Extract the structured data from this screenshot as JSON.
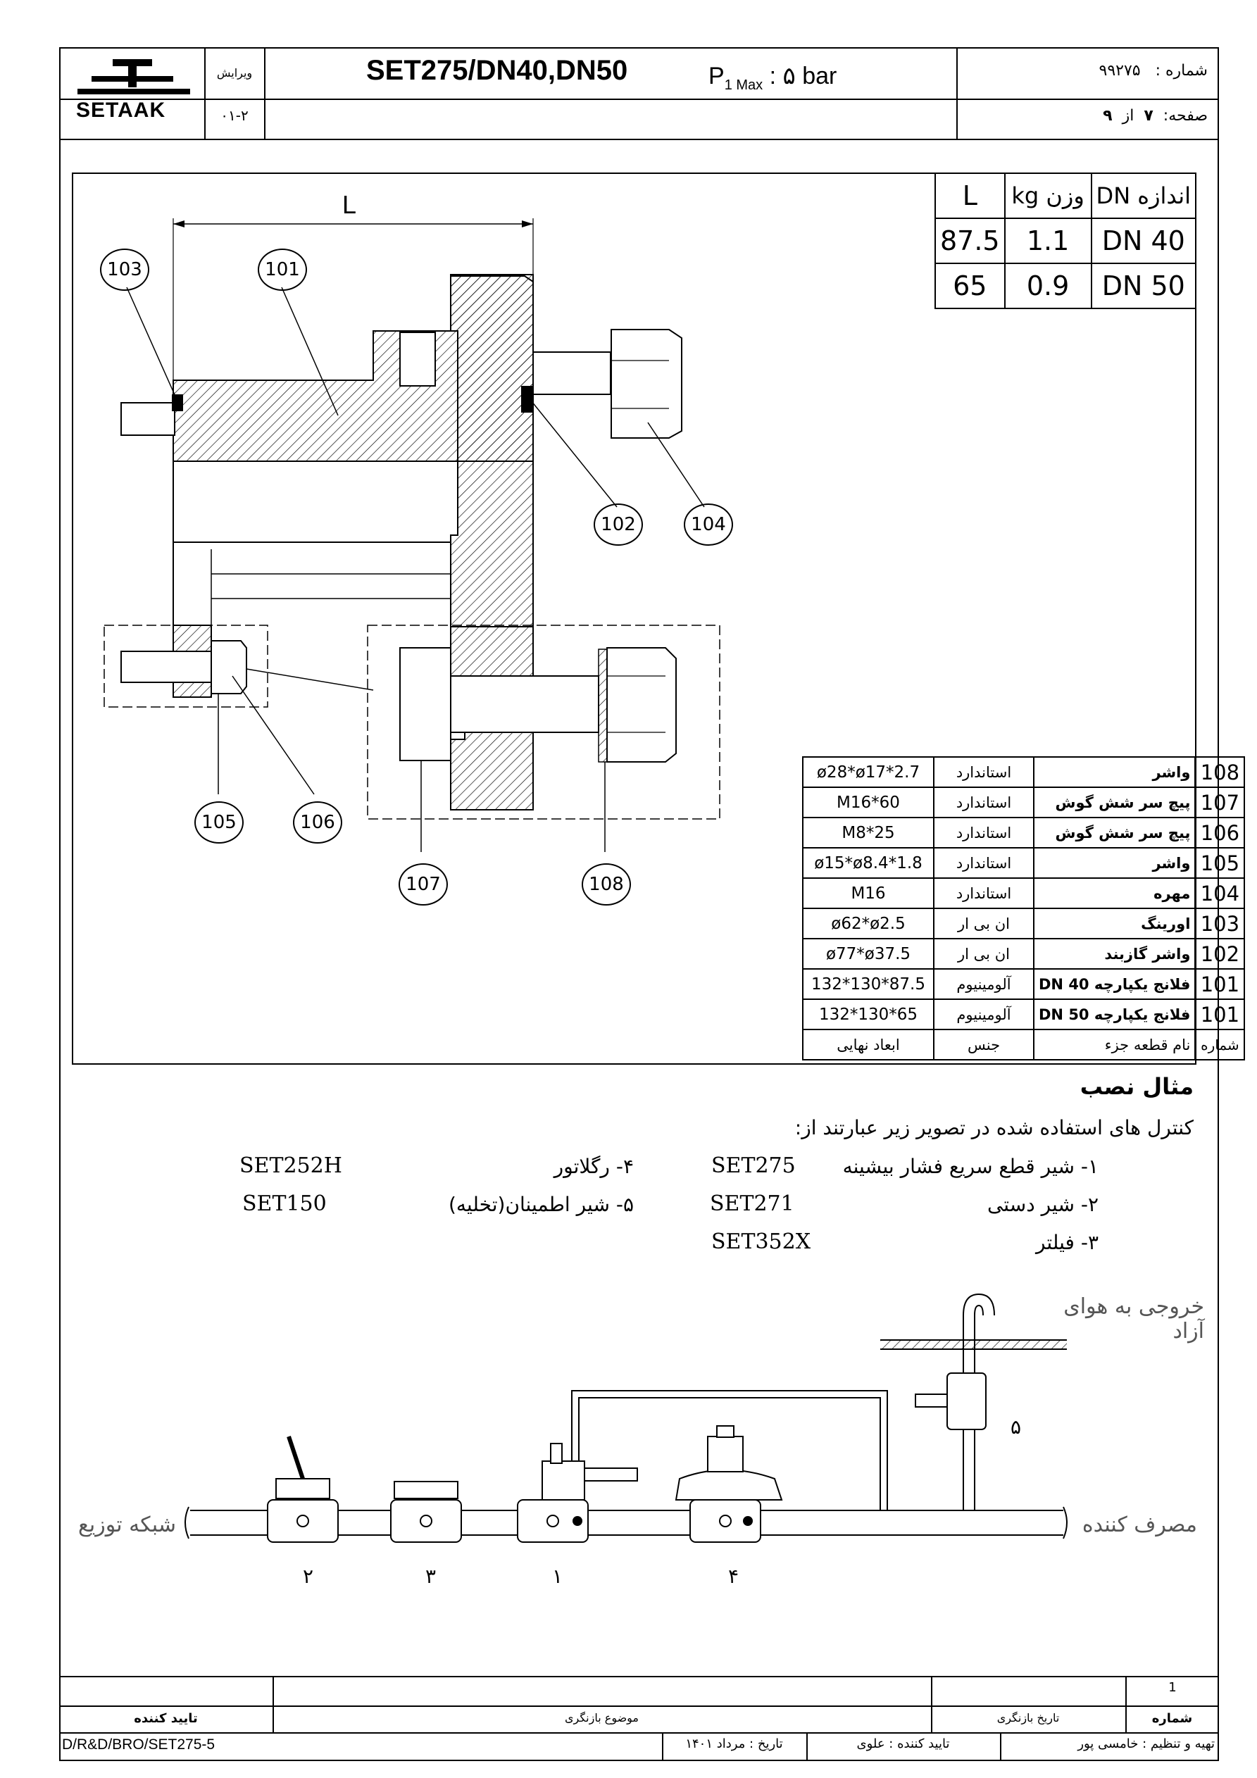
{
  "header": {
    "logo_text": "SETAAK",
    "revision_label": "ویرایش",
    "revision_value": "۰۱-۲",
    "title": "SET275/DN40,DN50",
    "pressure_prefix": "P",
    "pressure_sub": "1 Max",
    "pressure_value": ": ۵ bar",
    "number_label": "شماره :",
    "number_value": "۹۹۲۷۵",
    "page_label": "صفحه:",
    "page_current": "۷",
    "page_of": "از",
    "page_total": "۹"
  },
  "drawing": {
    "dimension_label": "L",
    "balloons": [
      "103",
      "101",
      "102",
      "104",
      "105",
      "106",
      "107",
      "108"
    ]
  },
  "weight_table": {
    "headers": [
      "L",
      "وزن kg",
      "اندازه DN"
    ],
    "rows": [
      {
        "L": "87.5",
        "weight": "1.1",
        "dn": "DN 40"
      },
      {
        "L": "65",
        "weight": "0.9",
        "dn": "DN 50"
      }
    ]
  },
  "bom_table": {
    "rows": [
      {
        "num": "108",
        "name": "واشر",
        "material": "استاندارد",
        "dim": "ø28*ø17*2.7"
      },
      {
        "num": "107",
        "name": "پیچ سر شش گوش",
        "material": "استاندارد",
        "dim": "M16*60"
      },
      {
        "num": "106",
        "name": "پیچ سر شش گوش",
        "material": "استاندارد",
        "dim": "M8*25"
      },
      {
        "num": "105",
        "name": "واشر",
        "material": "استاندارد",
        "dim": "ø15*ø8.4*1.8"
      },
      {
        "num": "104",
        "name": "مهره",
        "material": "استاندارد",
        "dim": "M16"
      },
      {
        "num": "103",
        "name": "اورینگ",
        "material": "ان بی ار",
        "dim": "ø62*ø2.5"
      },
      {
        "num": "102",
        "name": "واشر گازبند",
        "material": "ان بی ار",
        "dim": "ø77*ø37.5"
      },
      {
        "num": "101",
        "name": "فلانج یکپارچه DN 40",
        "material": "آلومینیوم",
        "dim": "132*130*87.5"
      },
      {
        "num": "101",
        "name": "فلانج یکپارچه DN 50",
        "material": "آلومینیوم",
        "dim": "132*130*65"
      }
    ],
    "footer": {
      "num": "شماره",
      "name": "نام قطعه جزء",
      "material": "جنس",
      "dim": "ابعاد نهایی"
    }
  },
  "installation": {
    "heading": "مثال نصب",
    "intro": "کنترل های استفاده شده در تصویر زیر عبارتند از:",
    "items": [
      {
        "label": "۱- شیر قطع سریع فشار بیشینه",
        "code": "SET275"
      },
      {
        "label": "۲- شیر دستی",
        "code": "SET271"
      },
      {
        "label": "۳- فیلتر",
        "code": "SET352X"
      },
      {
        "label": "۴- رگلاتور",
        "code": "SET252H"
      },
      {
        "label": "۵- شیر اطمینان(تخلیه)",
        "code": "SET150"
      }
    ],
    "diagram": {
      "vent_label": "خروجی به هوای آزاد",
      "network_label": "شبکه توزیع",
      "consumer_label": "مصرف کننده",
      "numbers": [
        "۲",
        "۳",
        "۱",
        "۴",
        "۵"
      ]
    }
  },
  "footer": {
    "index_value": "1",
    "approver_col": "تایید کننده",
    "review_subject_col": "موضوع بازنگری",
    "review_date_col": "تاریخ بازنگری",
    "number_col": "شماره",
    "doc_code": "D/R&D/BRO/SET275-5",
    "date_text": "تاریخ : مرداد ۱۴۰۱",
    "approved_by": "تایید کننده : علوی",
    "prepared_by": "تهیه و تنظیم : خامسی پور"
  }
}
